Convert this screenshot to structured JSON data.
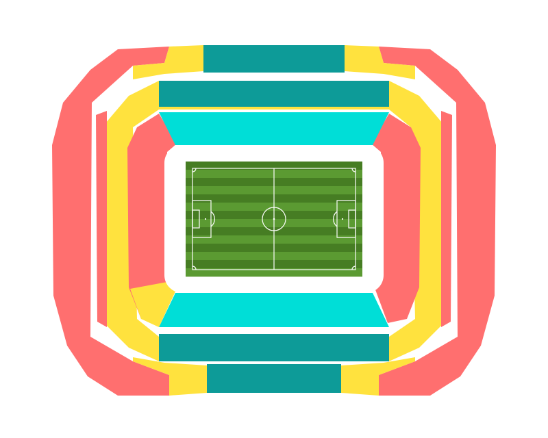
{
  "colors": {
    "background": "#ffffff",
    "coral": "#ff6f6f",
    "yellow": "#ffe23e",
    "teal_dark": "#0d9b98",
    "teal_light": "#00ded7",
    "pitch_dark": "#467d23",
    "pitch_light": "#5b9a32",
    "pitch_line": "#ffffff"
  },
  "map": {
    "type": "stadium-seating-map",
    "tiers": [
      "outer",
      "middle",
      "inner"
    ],
    "sections": [
      {
        "id": "outer-left",
        "tier": "outer",
        "color": "coral"
      },
      {
        "id": "outer-right",
        "tier": "outer",
        "color": "coral"
      },
      {
        "id": "outer-top-center",
        "tier": "outer",
        "color": "teal_dark"
      },
      {
        "id": "outer-bottom-center",
        "tier": "outer",
        "color": "teal_dark"
      },
      {
        "id": "outer-top-left-corner",
        "tier": "outer",
        "color": "yellow"
      },
      {
        "id": "outer-top-right-corner",
        "tier": "outer",
        "color": "yellow"
      },
      {
        "id": "outer-bottom-left-corner",
        "tier": "outer",
        "color": "yellow"
      },
      {
        "id": "outer-bottom-right-corner",
        "tier": "outer",
        "color": "yellow"
      },
      {
        "id": "middle-ring-yellow",
        "tier": "middle",
        "color": "yellow"
      },
      {
        "id": "middle-left",
        "tier": "middle",
        "color": "coral"
      },
      {
        "id": "middle-right",
        "tier": "middle",
        "color": "coral"
      },
      {
        "id": "middle-top",
        "tier": "middle",
        "color": "teal_dark"
      },
      {
        "id": "middle-bottom",
        "tier": "middle",
        "color": "teal_dark"
      },
      {
        "id": "inner-left",
        "tier": "inner",
        "color": "coral"
      },
      {
        "id": "inner-right",
        "tier": "inner",
        "color": "coral"
      },
      {
        "id": "inner-top",
        "tier": "inner",
        "color": "teal_light"
      },
      {
        "id": "inner-bottom",
        "tier": "inner",
        "color": "teal_light"
      },
      {
        "id": "inner-bottom-left-corner",
        "tier": "inner",
        "color": "yellow"
      }
    ],
    "pitch": {
      "surface": "grass",
      "stripe_count": 14,
      "markings": [
        "touchlines",
        "halfway-line",
        "center-circle",
        "penalty-areas",
        "goal-areas",
        "penalty-arcs",
        "corner-arcs"
      ]
    }
  }
}
